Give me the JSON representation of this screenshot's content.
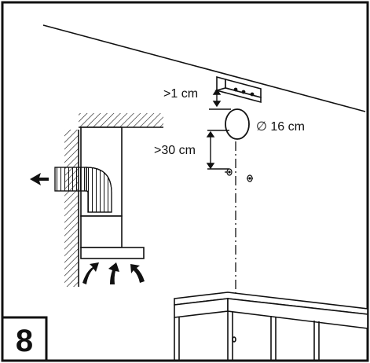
{
  "step_number": "8",
  "labels": {
    "gap_top": ">1 cm",
    "diameter": "∅ 16 cm",
    "gap_bracket": ">30 cm"
  },
  "colors": {
    "ink": "#111111",
    "background": "#ffffff"
  },
  "icons": {
    "exhaust_arrow": "arrow-left-icon",
    "intake_arrows": "arrow-up-icon"
  }
}
